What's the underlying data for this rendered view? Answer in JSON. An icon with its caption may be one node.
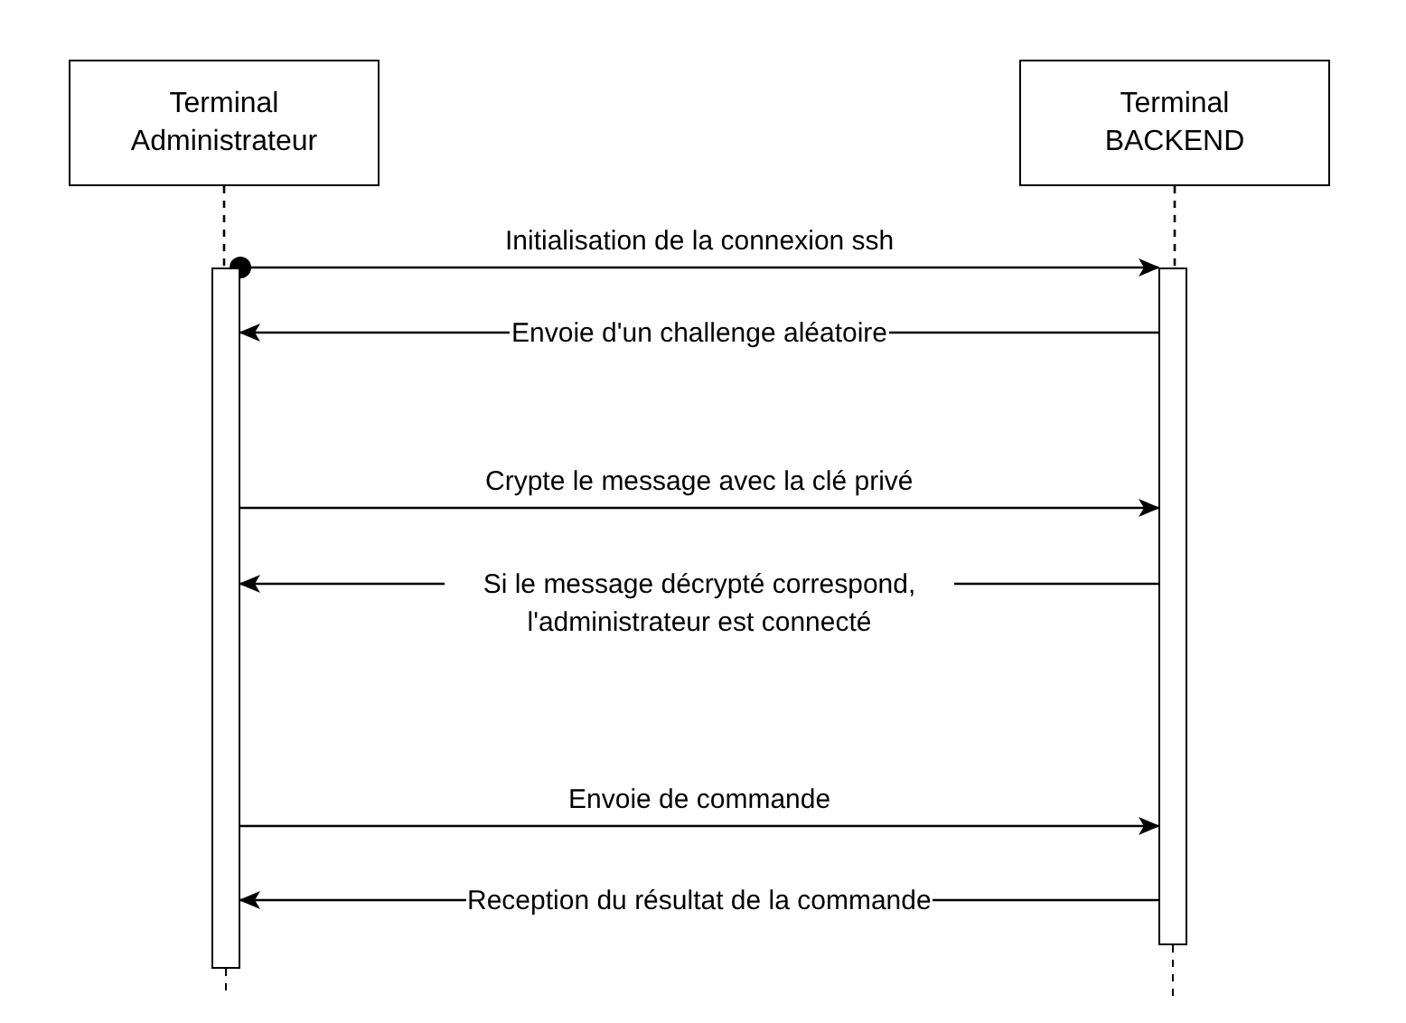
{
  "diagram": {
    "nodes": [
      {
        "text": [
          "Terminal Administrateur"
        ]
      },
      {
        "text": [
          "Terminal BACKEND"
        ]
      },
      {
        "text": [],
        "shape": "bar"
      },
      {
        "text": [],
        "shape": "bar"
      }
    ],
    "edges": [
      {
        "from": 0,
        "to": 2,
        "arrow": "none",
        "style": "dashed"
      },
      {
        "from": 1,
        "to": 3,
        "arrow": "none",
        "style": "dashed"
      },
      {
        "from": 2,
        "to": 3,
        "arrow": "to",
        "label": "Initialisation de la connexion ssh"
      },
      {
        "from": 3,
        "to": 2,
        "arrow": "to",
        "label": "Envoie d'un challenge aléatoire"
      },
      {
        "from": 2,
        "to": 3,
        "arrow": "to",
        "label": "Crypte le message avec la clé privé"
      },
      {
        "from": 3,
        "to": 2,
        "arrow": "to",
        "label": "Si le message décrypté correspond, l'administrateur est connecté"
      },
      {
        "from": 2,
        "to": 3,
        "arrow": "to",
        "label": "Envoie de commande"
      },
      {
        "from": 3,
        "to": 2,
        "arrow": "to",
        "label": "Reception du résultat de la commande"
      }
    ]
  }
}
